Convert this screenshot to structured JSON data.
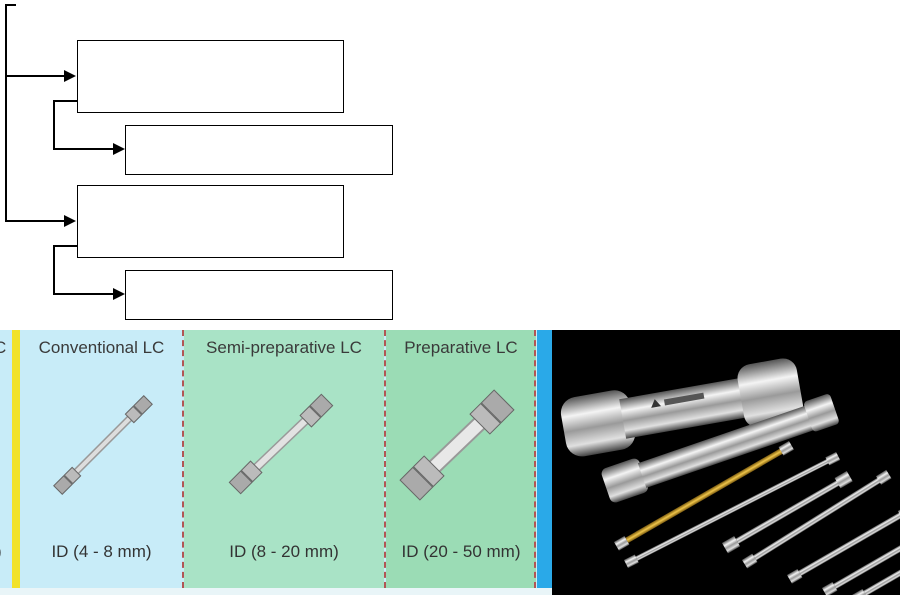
{
  "lc_types": [
    {
      "title": "Conventional LC",
      "id_range": "ID (4 - 8 mm)"
    },
    {
      "title": "Semi-preparative LC",
      "id_range": "ID (8 - 20 mm)"
    },
    {
      "title": "Preparative LC",
      "id_range": "ID (20 - 50 mm)"
    }
  ],
  "left_edge_fragment": "C",
  "left_edge_fragment_bottom": ")",
  "colors": {
    "conventional_bg": "#c8ecf8",
    "semi_prep_bg": "#a9e3c6",
    "prep_bg": "#9bdcb5",
    "yellow_bar": "#f2e22a",
    "blue_bar": "#2aa9e8",
    "divider": "#b25555"
  },
  "photo": {
    "subject": "hplc-columns-photo"
  }
}
